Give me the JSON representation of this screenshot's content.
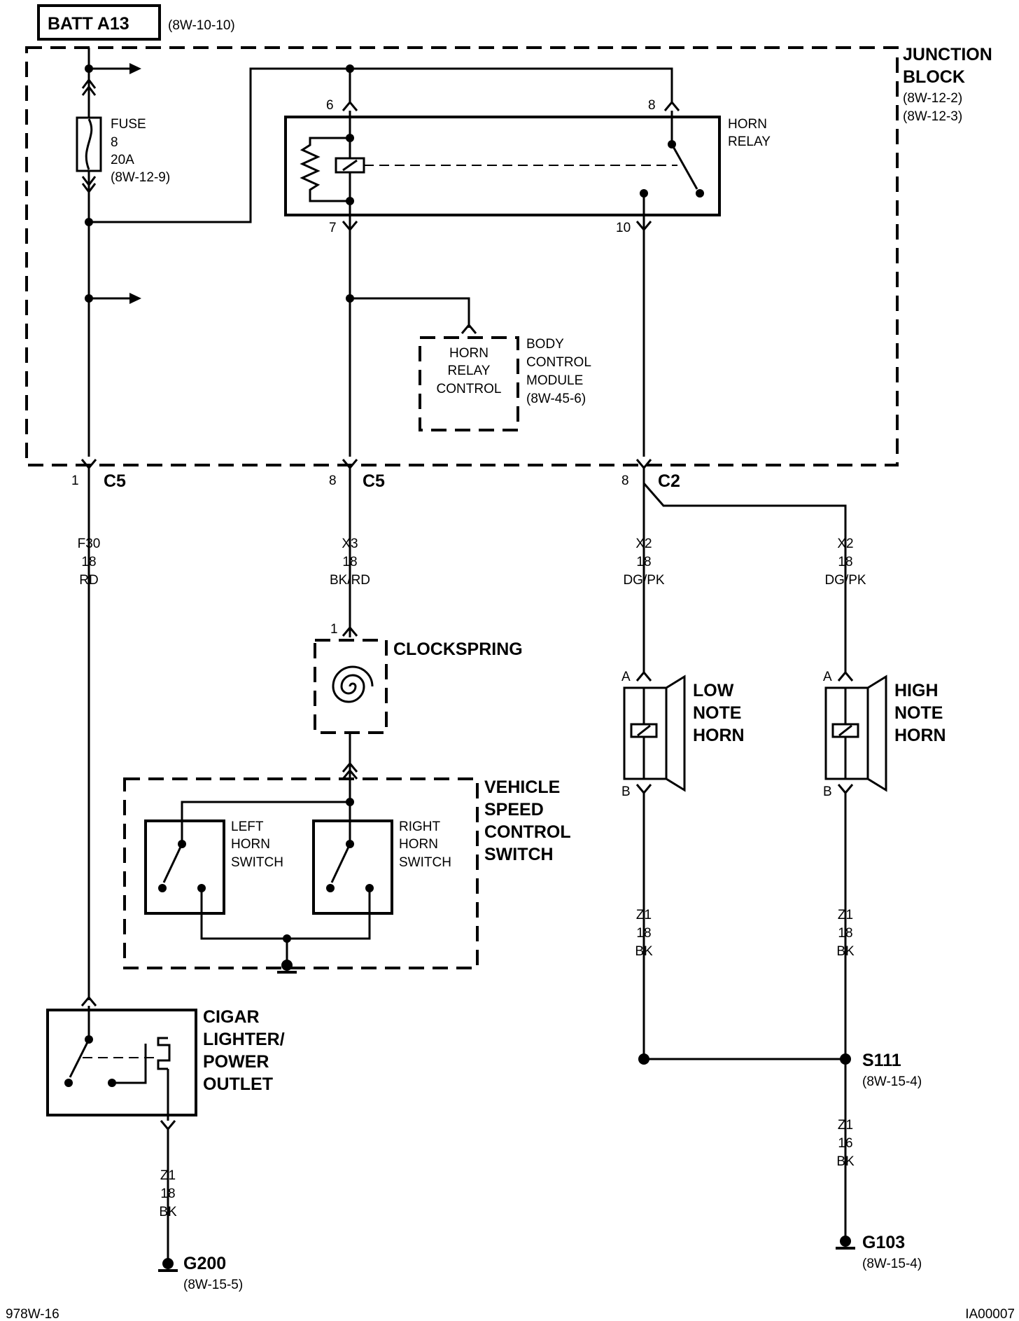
{
  "batt": {
    "label": "BATT A13",
    "ref": "(8W-10-10)"
  },
  "junction_block": {
    "line1": "JUNCTION",
    "line2": "BLOCK",
    "ref1": "(8W-12-2)",
    "ref2": "(8W-12-3)"
  },
  "fuse": {
    "line1": "FUSE",
    "line2": "8",
    "line3": "20A",
    "ref": "(8W-12-9)"
  },
  "horn_relay": {
    "line1": "HORN",
    "line2": "RELAY",
    "pin6": "6",
    "pin7": "7",
    "pin8": "8",
    "pin10": "10"
  },
  "bcm": {
    "inner1": "HORN",
    "inner2": "RELAY",
    "inner3": "CONTROL",
    "side1": "BODY",
    "side2": "CONTROL",
    "side3": "MODULE",
    "ref": "(8W-45-6)"
  },
  "connectors": {
    "c5a": {
      "pin": "1",
      "name": "C5"
    },
    "c5b": {
      "pin": "8",
      "name": "C5"
    },
    "c2": {
      "pin": "8",
      "name": "C2"
    }
  },
  "wires": {
    "f30": {
      "code": "F30",
      "gauge": "18",
      "color": "RD"
    },
    "x3": {
      "code": "X3",
      "gauge": "18",
      "color": "BK/RD"
    },
    "x2_low": {
      "code": "X2",
      "gauge": "18",
      "color": "DG/PK"
    },
    "x2_high": {
      "code": "X2",
      "gauge": "18",
      "color": "DG/PK"
    },
    "z1_low": {
      "code": "Z1",
      "gauge": "18",
      "color": "BK"
    },
    "z1_high": {
      "code": "Z1",
      "gauge": "18",
      "color": "BK"
    },
    "z1_cigar": {
      "code": "Z1",
      "gauge": "18",
      "color": "BK"
    },
    "z1_ground": {
      "code": "Z1",
      "gauge": "16",
      "color": "BK"
    }
  },
  "clockspring": {
    "label": "CLOCKSPRING",
    "pin": "1"
  },
  "speed_switch": {
    "line1": "VEHICLE",
    "line2": "SPEED",
    "line3": "CONTROL",
    "line4": "SWITCH"
  },
  "left_horn_switch": {
    "line1": "LEFT",
    "line2": "HORN",
    "line3": "SWITCH"
  },
  "right_horn_switch": {
    "line1": "RIGHT",
    "line2": "HORN",
    "line3": "SWITCH"
  },
  "low_horn": {
    "line1": "LOW",
    "line2": "NOTE",
    "line3": "HORN",
    "pin_a": "A",
    "pin_b": "B"
  },
  "high_horn": {
    "line1": "HIGH",
    "line2": "NOTE",
    "line3": "HORN",
    "pin_a": "A",
    "pin_b": "B"
  },
  "cigar": {
    "line1": "CIGAR",
    "line2": "LIGHTER/",
    "line3": "POWER",
    "line4": "OUTLET"
  },
  "splice": {
    "name": "S111",
    "ref": "(8W-15-4)"
  },
  "g200": {
    "name": "G200",
    "ref": "(8W-15-5)"
  },
  "g103": {
    "name": "G103",
    "ref": "(8W-15-4)"
  },
  "footer": {
    "left": "978W-16",
    "right": "IA00007"
  }
}
